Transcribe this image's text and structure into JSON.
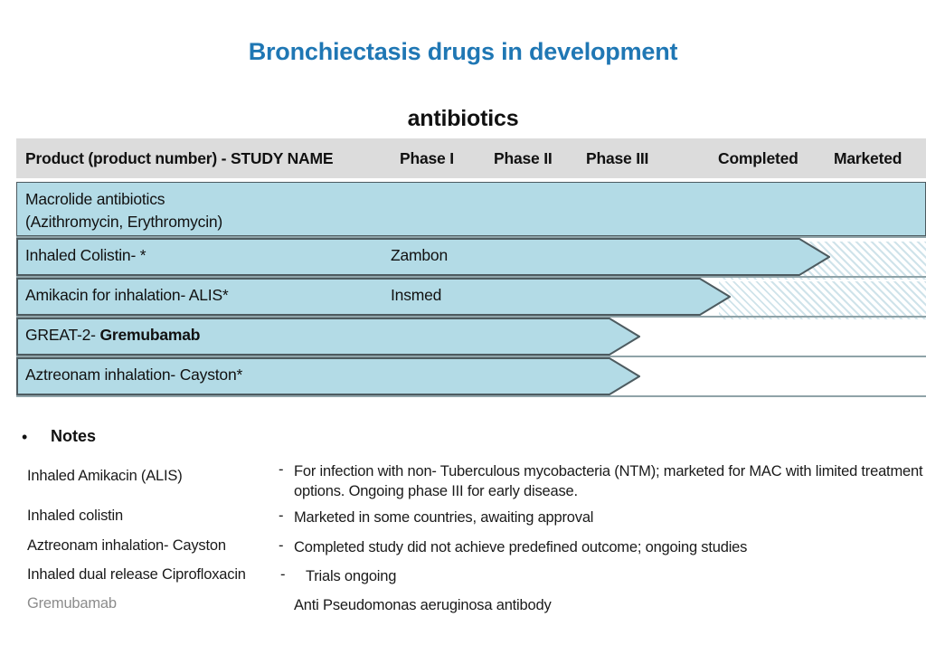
{
  "slide": {
    "main_title": "Bronchiectasis drugs in development",
    "section_title": "antibiotics",
    "title_color": "#1f77b4"
  },
  "table": {
    "header_bg": "#dcdcdc",
    "bar_color": "#b3dbe6",
    "bar_border": "#4d5b60",
    "hatch_color": "#cfe3ea",
    "columns": [
      {
        "label": "Product (product number) -  STUDY NAME"
      },
      {
        "label": "Phase I"
      },
      {
        "label": "Phase II"
      },
      {
        "label": "Phase III"
      },
      {
        "label": "Completed"
      },
      {
        "label": "Marketed"
      }
    ],
    "rows": [
      {
        "product_line1": "Macrolide antibiotics",
        "product_line2": " (Azithromycin, Erythromycin)",
        "study": "",
        "progress": "marketed",
        "shape": "full-bar",
        "hatched": false
      },
      {
        "product": "Inhaled Colistin- *",
        "study": "Zambon",
        "progress": "completed",
        "shape": "arrow",
        "hatched": true
      },
      {
        "product": "Amikacin for  inhalation- ALIS*",
        "study": "Insmed",
        "progress": "phase-III",
        "shape": "arrow",
        "hatched": true
      },
      {
        "product_prefix": "GREAT-2- ",
        "product_bold": "Gremubamab",
        "study": "",
        "progress": "phase-II-III",
        "shape": "arrow",
        "hatched": false
      },
      {
        "product": "Aztreonam inhalation- Cayston*",
        "study": "",
        "progress": "phase-II-III",
        "shape": "arrow",
        "hatched": false
      }
    ]
  },
  "notes": {
    "bullet": "•",
    "heading": "Notes",
    "items": [
      {
        "term": "Inhaled Amikacin (ALIS)",
        "dash": "-",
        "desc": "For infection with non- Tuberculous mycobacteria (NTM); marketed for MAC with limited treatment options. Ongoing phase III for early disease.",
        "muted": false,
        "has_dash": true
      },
      {
        "term": "Inhaled colistin",
        "dash": "-",
        "desc": "Marketed in some countries, awaiting approval",
        "muted": false,
        "has_dash": true
      },
      {
        "term": "Aztreonam inhalation- Cayston",
        "dash": "-",
        "desc": "Completed study did not achieve predefined outcome; ongoing studies",
        "muted": false,
        "has_dash": true
      },
      {
        "term": "Inhaled dual release Ciprofloxacin",
        "dash": "-",
        "desc": "Trials ongoing",
        "muted": false,
        "has_dash": true
      },
      {
        "term": "Gremubamab",
        "dash": "",
        "desc": "Anti Pseudomonas aeruginosa antibody",
        "muted": true,
        "has_dash": false
      }
    ]
  }
}
